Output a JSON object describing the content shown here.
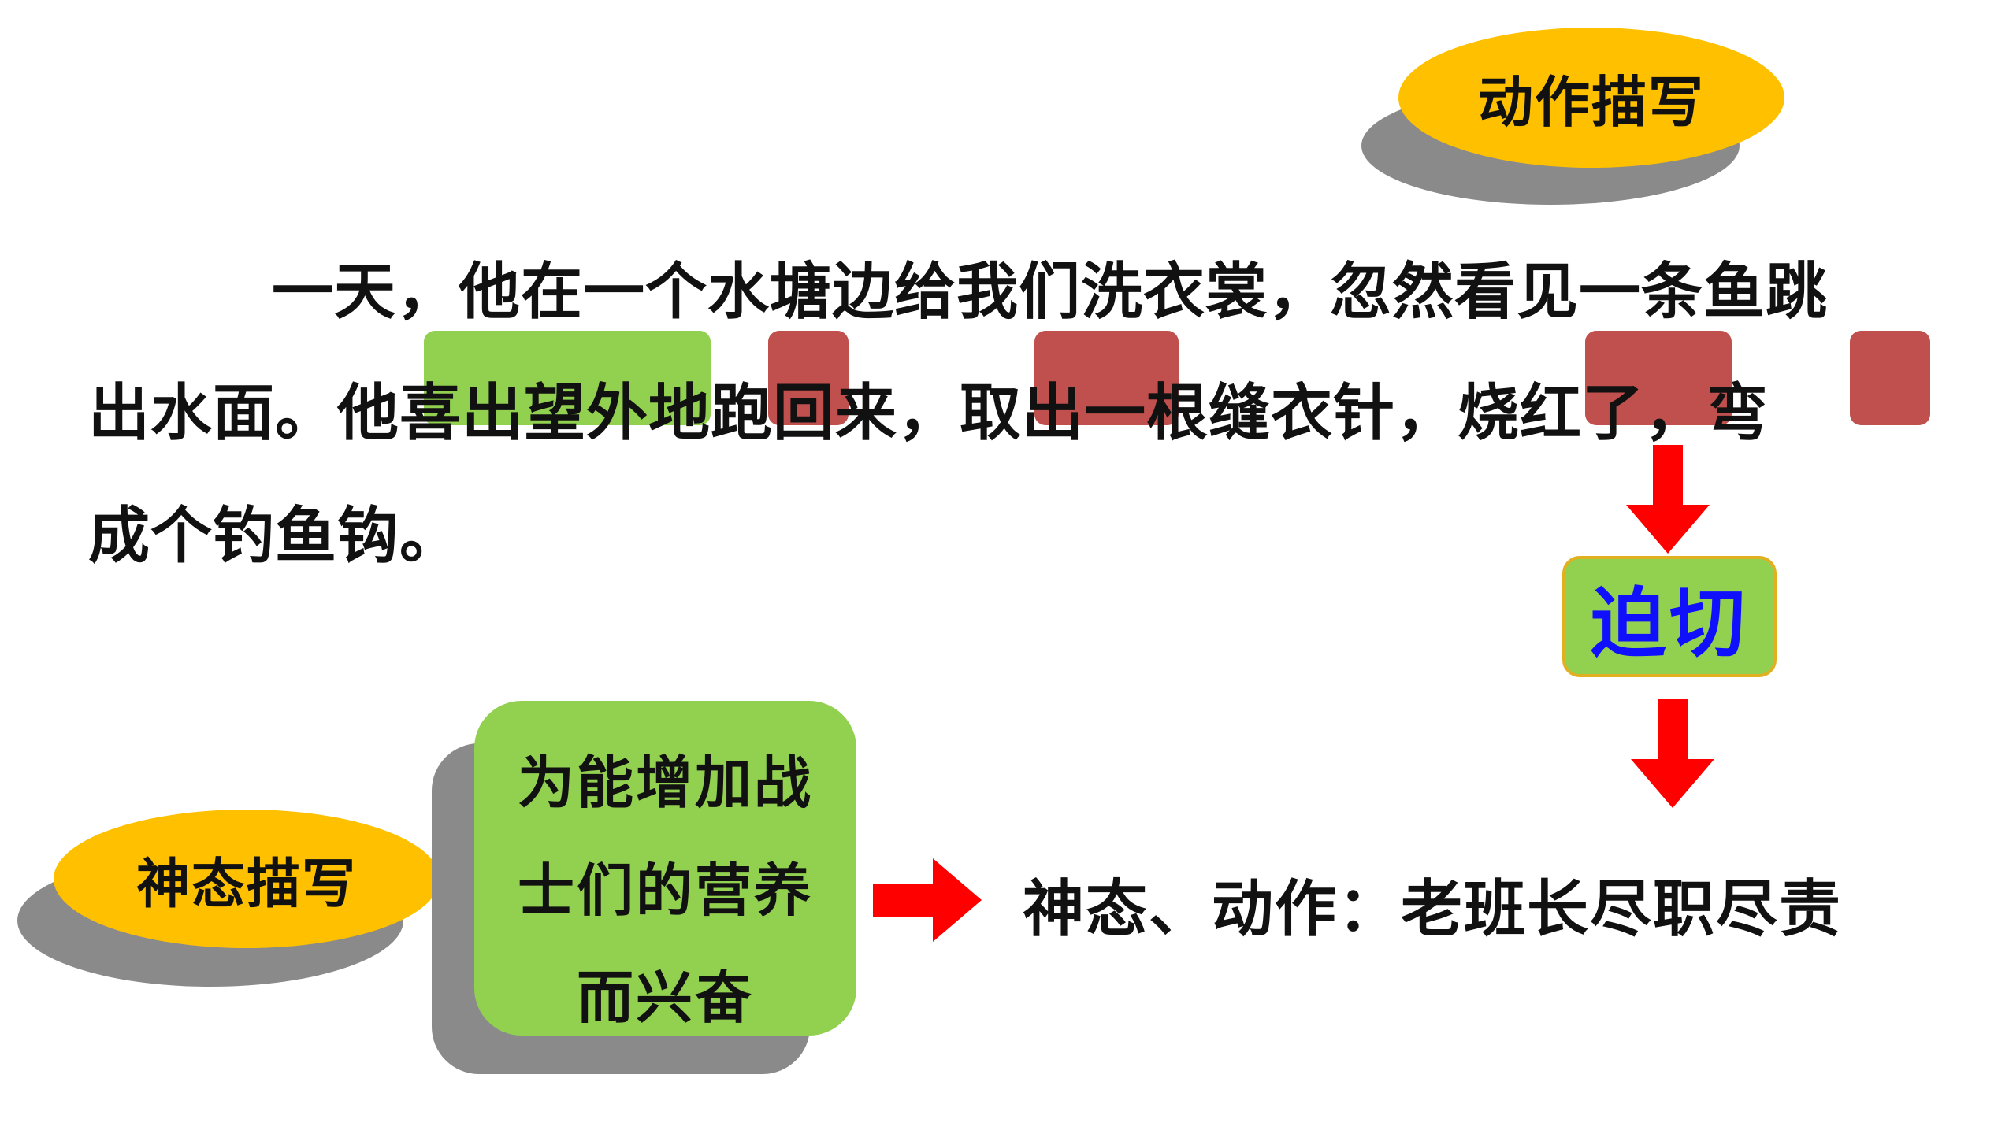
{
  "badges": {
    "action_description": "动作描写",
    "expression_description": "神态描写"
  },
  "paragraph": {
    "line1": "一天，他在一个水塘边给我们洗衣裳，忽然看见一条鱼跳",
    "line2": "出水面。他喜出望外地跑回来，取出一根缝衣针，烧红了，弯",
    "line3": "成个钓鱼钩。"
  },
  "urgent_label": "迫切",
  "green_box": {
    "line1": "为能增加战",
    "line2": "士们的营养",
    "line3": "而兴奋"
  },
  "conclusion": "神态、动作：老班长尽职尽责",
  "colors": {
    "badge": "#ffc000",
    "shadow": "#8a8a8a",
    "green": "#92d050",
    "red_highlight": "#c0504d",
    "arrow": "#ff0000",
    "urgent_text": "#1010ff"
  }
}
